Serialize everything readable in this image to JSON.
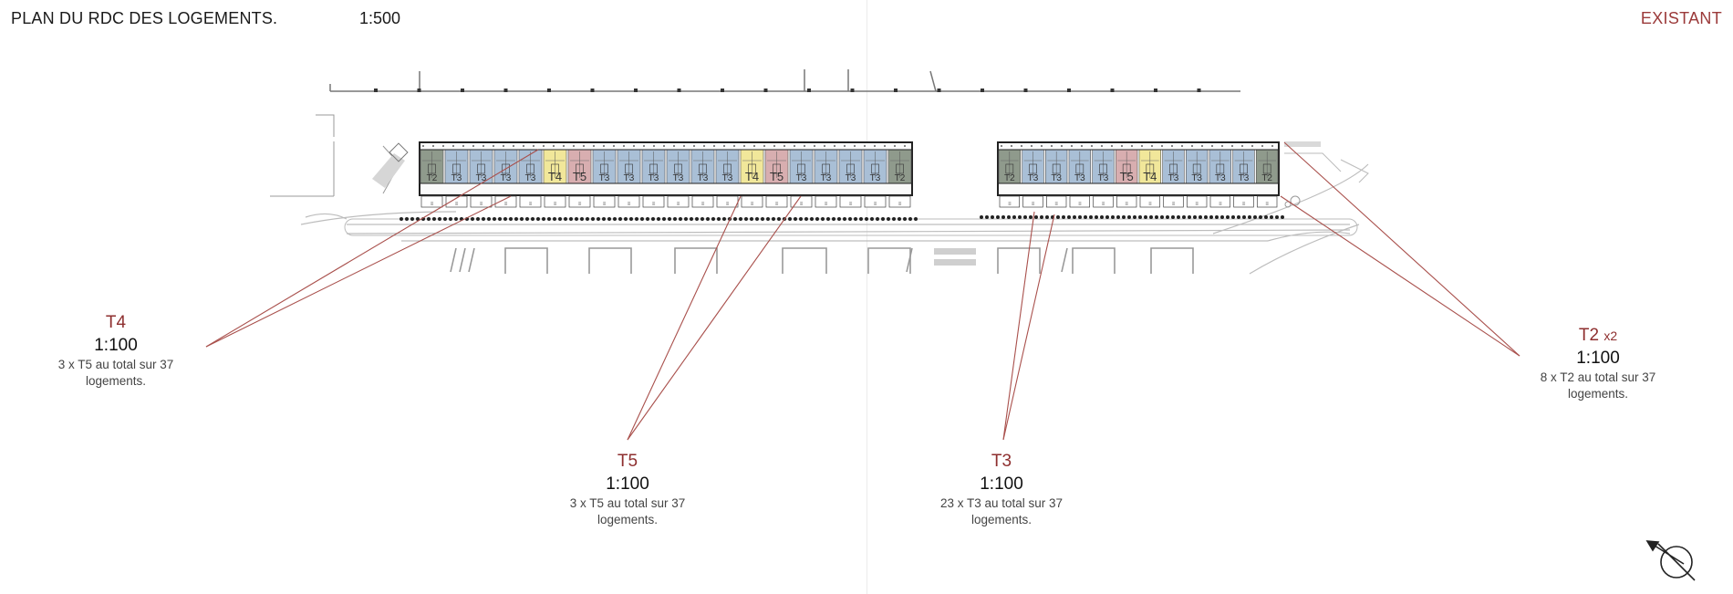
{
  "header": {
    "title": "PLAN DU RDC DES LOGEMENTS.",
    "scale": "1:500",
    "status": "EXISTANT"
  },
  "labels": {
    "t4": {
      "type": "T4",
      "multiplier": "",
      "scale": "1:100",
      "desc_line1": "3 x T5 au total sur 37",
      "desc_line2": "logements."
    },
    "t5": {
      "type": "T5",
      "multiplier": "",
      "scale": "1:100",
      "desc_line1": "3 x T5 au total sur 37",
      "desc_line2": "logements."
    },
    "t3": {
      "type": "T3",
      "multiplier": "",
      "scale": "1:100",
      "desc_line1": "23 x T3 au total sur 37",
      "desc_line2": "logements."
    },
    "t2": {
      "type": "T2",
      "multiplier": "x2",
      "scale": "1:100",
      "desc_line1": "8 x T2 au total sur 37",
      "desc_line2": "logements."
    }
  },
  "plan": {
    "left_building_units": [
      "T2",
      "T3",
      "T3",
      "T3",
      "T3",
      "T4",
      "T5",
      "T3",
      "T3",
      "T3",
      "T3",
      "T3",
      "T3",
      "T4",
      "T5",
      "T3",
      "T3",
      "T3",
      "T3",
      "T2"
    ],
    "right_building_units": [
      "T2",
      "T3",
      "T3",
      "T3",
      "T3",
      "T5",
      "T4",
      "T3",
      "T3",
      "T3",
      "T3",
      "T2"
    ],
    "colors": {
      "T2": "#8f9a8c",
      "T3": "#a9bfd6",
      "T4": "#f1e79a",
      "T5": "#d8aeb0",
      "leader": "#a9504c",
      "accent": "#8e2f2f"
    }
  }
}
